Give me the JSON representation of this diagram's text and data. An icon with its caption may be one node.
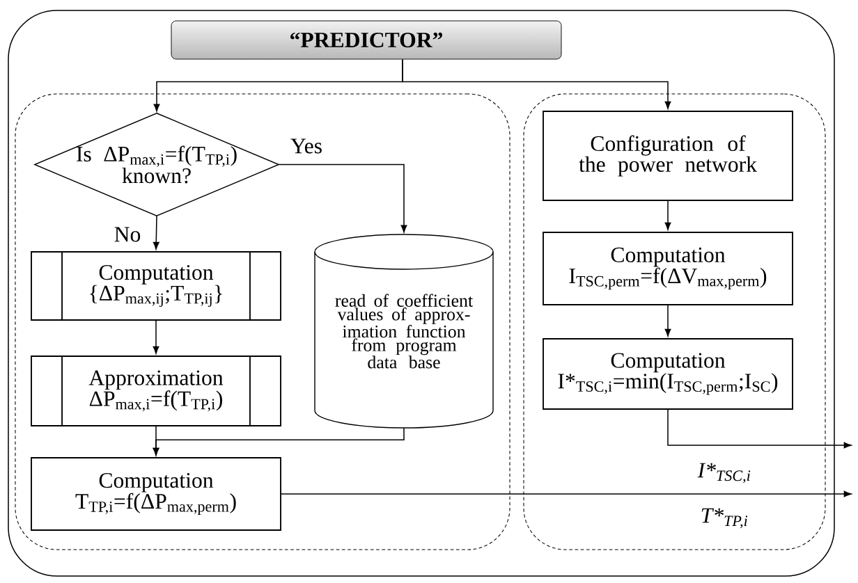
{
  "diagram": {
    "nodes": [
      {
        "text": [],
        "shape": "box"
      },
      {
        "text": [
          "“PREDICTOR”"
        ],
        "in": 0
      },
      {
        "text": [],
        "shape": "box",
        "in": 0
      },
      {
        "text": [],
        "shape": "box",
        "in": 0
      },
      {
        "text": [
          "Is ΔP$_{max,i}$=f(T$_{TP,i}$) known?"
        ],
        "in": 2
      },
      {
        "text": [
          "Computation",
          "{ΔP$_{max,ij}$;T$_{TP,ij}$}"
        ],
        "in": 2
      },
      {
        "text": [
          "Approximation",
          "ΔP$_{max,i}$=f(T$_{TP,i}$)"
        ],
        "in": 2
      },
      {
        "text": [
          "read of coefficient values of approx- imation function from program data base"
        ],
        "in": 2
      },
      {
        "text": [
          "Computation",
          "T$_{TP,i}$=f(ΔP$_{max,perm}$)"
        ],
        "in": 2
      },
      {
        "text": [
          "Configuration of the power network"
        ],
        "in": 3
      },
      {
        "text": [
          "Computation",
          "I$_{TSC,perm}$=f(ΔV$_{max,perm}$)"
        ],
        "in": 3
      },
      {
        "text": [
          "Computation",
          "I*$_{TSC,i}$=min(I$_{TSC,perm}$;I$_{SC}$)"
        ],
        "in": 3
      }
    ],
    "edges": [
      {
        "from": 1,
        "to": 4,
        "arrow": "to"
      },
      {
        "from": 1,
        "to": 9,
        "arrow": "to"
      },
      {
        "from": 4,
        "to": 5,
        "arrow": "to",
        "label": "No"
      },
      {
        "from": 4,
        "to": 7,
        "arrow": "to",
        "label": "Yes"
      },
      {
        "from": 5,
        "to": 6,
        "arrow": "to"
      },
      {
        "from": 6,
        "to": 8,
        "arrow": "to"
      },
      {
        "from": 7,
        "to": 8,
        "arrow": "to"
      },
      {
        "from": 8,
        "to": null,
        "arrow": "to",
        "label": "T*$_{TP,i}$"
      },
      {
        "from": 9,
        "to": 10,
        "arrow": "to"
      },
      {
        "from": 10,
        "to": 11,
        "arrow": "to"
      },
      {
        "from": 11,
        "to": null,
        "arrow": "to",
        "label": "I*$_{TSC,i}$"
      }
    ]
  }
}
